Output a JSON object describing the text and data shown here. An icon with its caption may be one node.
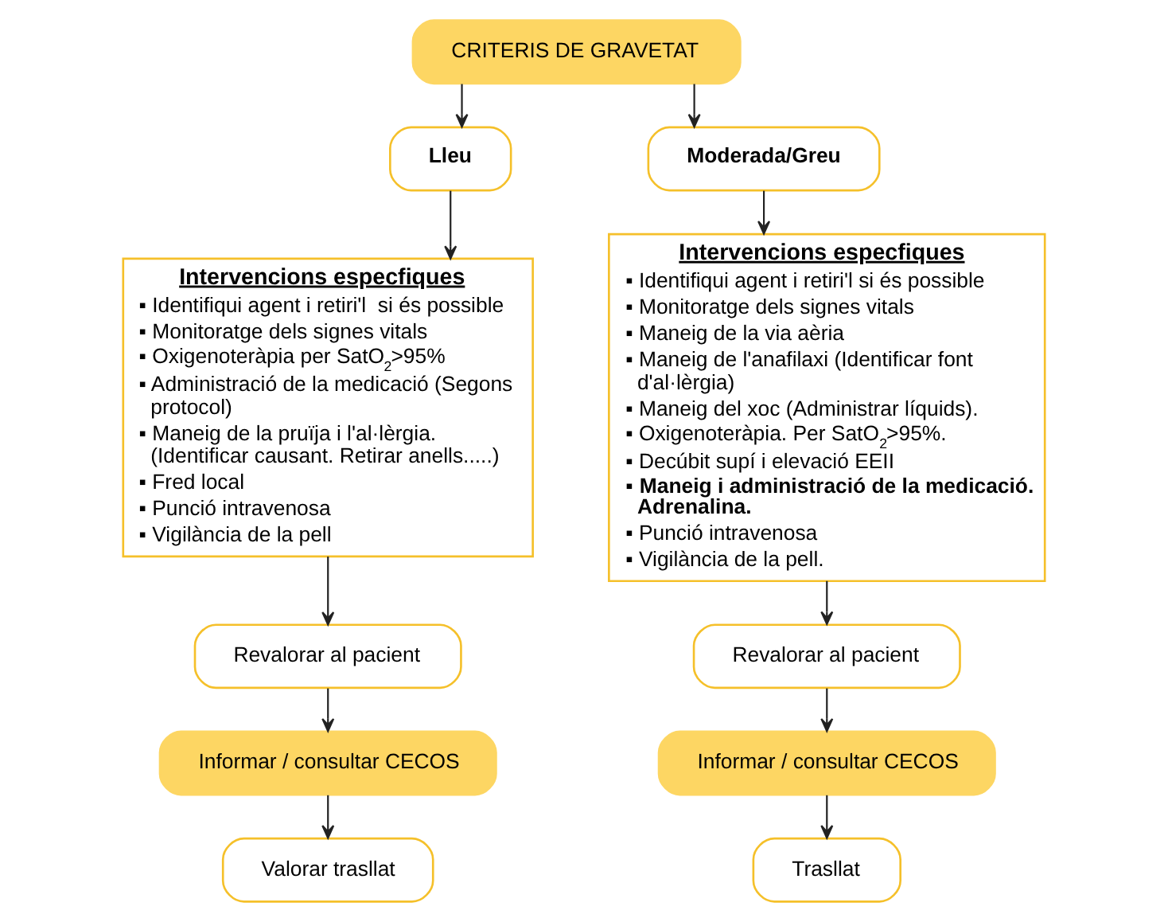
{
  "diagram": {
    "nodes": [
      {
        "text": [
          "CRITERIS DE GRAVETAT"
        ]
      },
      {
        "text": [
          "Lleu"
        ]
      },
      {
        "text": [
          "Moderada/Greu"
        ]
      },
      {
        "text": [
          "Intervencions especfiques",
          "▪ Identifiqui agent i retiri'l  si és possible",
          "▪ Monitoratge dels signes vitals",
          "▪ Oxigenoteràpia per SatO$_{2}$>95%",
          "▪ Administració de la medicació (Segons protocol)",
          "▪ Maneig de la pruïja i l'al·lèrgia. (Identificar causant. Retirar anells.....)",
          "▪ Fred local",
          "▪ Punció intravenosa",
          "▪ Vigilància de la pell"
        ]
      },
      {
        "text": [
          "Intervencions especfiques",
          "▪ Identifiqui agent i retiri'l si és possible",
          "▪ Monitoratge dels signes vitals",
          "▪ Maneig de la via aèria",
          "▪ Maneig de l'anafilaxi (Identificar font d'al·lèrgia)",
          "▪ Maneig del xoc (Administrar líquids).",
          "▪ Oxigenoteràpia. Per SatO$_{2}$>95%.",
          "▪ Decúbit supí i elevació EEII",
          "▪ **Maneig i administració de la medicació. Adrenalina.**",
          "▪ Punció intravenosa",
          "▪ Vigilància de la pell."
        ]
      },
      {
        "text": [
          "Revalorar al pacient"
        ]
      },
      {
        "text": [
          "Informar / consultar CECOS"
        ]
      },
      {
        "text": [
          "Valorar trasllat"
        ]
      },
      {
        "text": [
          "Revalorar al pacient"
        ]
      },
      {
        "text": [
          "Informar / consultar CECOS"
        ]
      },
      {
        "text": [
          "Trasllat"
        ]
      }
    ],
    "edges": [
      {
        "from": 0,
        "to": 1,
        "arrow": "to"
      },
      {
        "from": 0,
        "to": 2,
        "arrow": "to"
      },
      {
        "from": 1,
        "to": 3,
        "arrow": "to"
      },
      {
        "from": 2,
        "to": 4,
        "arrow": "to"
      },
      {
        "from": 3,
        "to": 5,
        "arrow": "to"
      },
      {
        "from": 5,
        "to": 6,
        "arrow": "to"
      },
      {
        "from": 6,
        "to": 7,
        "arrow": "to"
      },
      {
        "from": 4,
        "to": 8,
        "arrow": "to"
      },
      {
        "from": 8,
        "to": 9,
        "arrow": "to"
      },
      {
        "from": 9,
        "to": 10,
        "arrow": "to"
      }
    ]
  }
}
